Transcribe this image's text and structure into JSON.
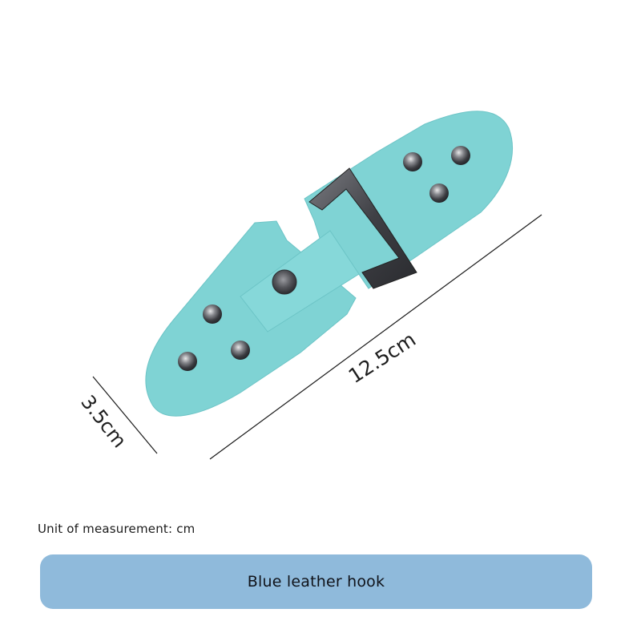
{
  "product": {
    "name": "Blue leather hook",
    "colors": {
      "leather": "#7fd3d4",
      "leather_shade": "#6cc4c6",
      "metal": "#4a4b50",
      "banner": "#8fbadb"
    },
    "rivets_count": 7,
    "snap_button_count": 1
  },
  "dimensions": {
    "length_label": "12.5cm",
    "width_label": "3.5cm"
  },
  "footer": {
    "unit_note": "Unit of measurement: cm",
    "variant_label": "Blue leather hook"
  }
}
